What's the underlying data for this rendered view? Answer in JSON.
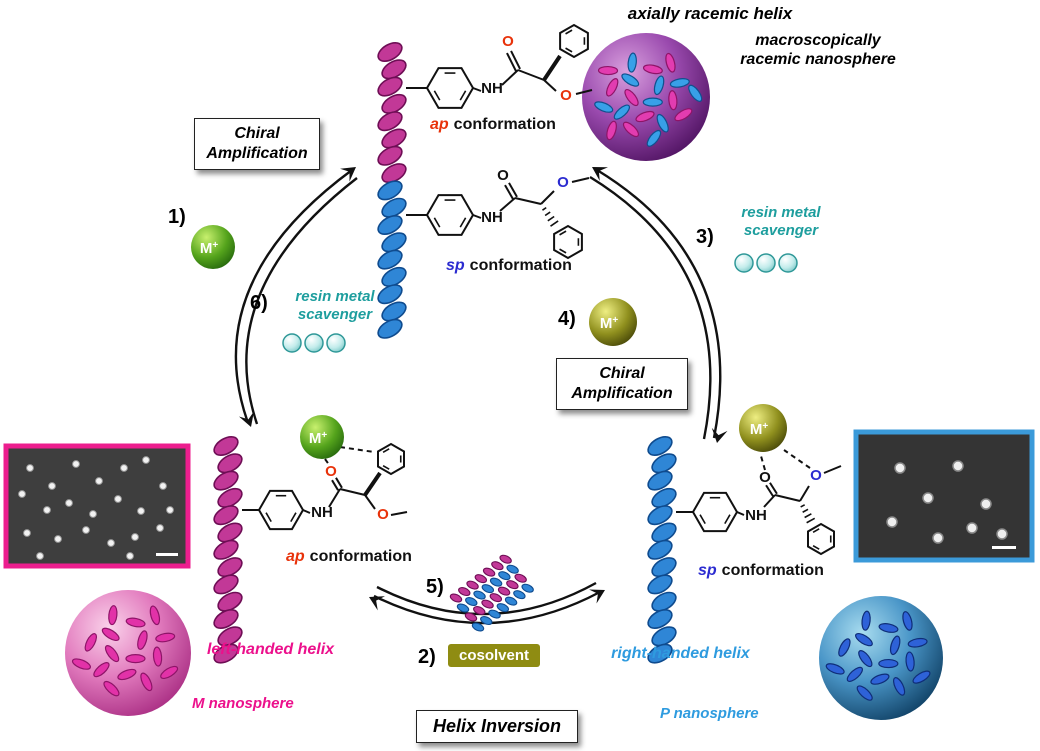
{
  "labels": {
    "axially_racemic_helix": "axially racemic helix",
    "macroscopically_racemic_nanosphere": "macroscopically\nracemic nanosphere",
    "chiral_amplification": "Chiral\nAmplification",
    "helix_inversion": "Helix Inversion",
    "cosolvent": "cosolvent",
    "resin_metal_scavenger": "resin metal\nscavenger",
    "left_handed_helix": "left-handed helix",
    "right_handed_helix": "right-handed helix",
    "m_nanosphere": "M nanosphere",
    "p_nanosphere": "P nanosphere",
    "ap": "ap",
    "sp": "sp",
    "conformation": "conformation",
    "m": "M",
    "plus": "+"
  },
  "steps": {
    "s1": "1)",
    "s2": "2)",
    "s3": "3)",
    "s4": "4)",
    "s5": "5)",
    "s6": "6)"
  },
  "atoms": {
    "NH": "NH",
    "O": "O"
  },
  "colors": {
    "magenta_text": "#EC108C",
    "blue_text": "#2E9BDF",
    "teal_text": "#1E9E9E",
    "ap_red": "#E8320A",
    "sp_blue": "#2B2BD0",
    "cosolvent_olive": "#8F8C12",
    "helix_magenta": "#C23897",
    "helix_blue": "#2F86D6",
    "metal_green": "#55A41C",
    "metal_olive": "#90901E",
    "sem_border_left": "#EC1E8E",
    "sem_border_right": "#3B9AD9"
  }
}
